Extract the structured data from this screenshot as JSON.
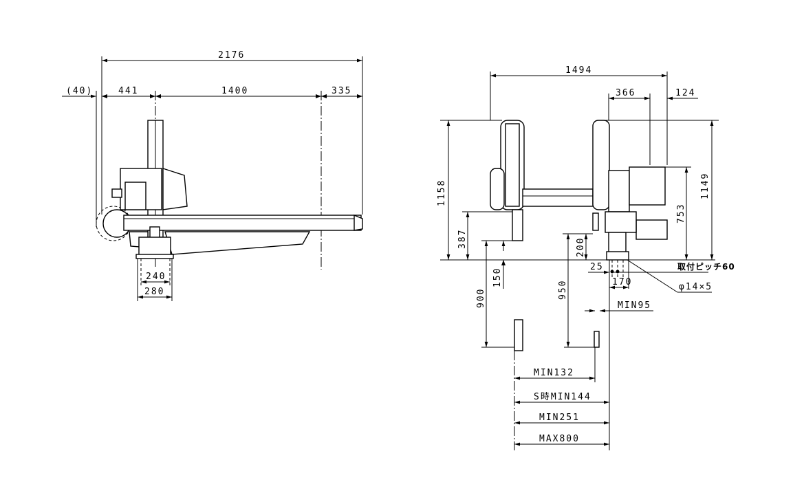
{
  "side_view": {
    "overall_length": "2176",
    "offset_left": "(40)",
    "base_to_column": "441",
    "stroke": "1400",
    "overhang": "335",
    "base_inner": "240",
    "base_outer": "280"
  },
  "front_view": {
    "width": "1494",
    "motor_offset": "366",
    "motor_edge": "124",
    "height_total": "1158",
    "height_right": "1149",
    "motor_height": "753",
    "beam_height": "387",
    "gripper_offset": "200",
    "tool_up": "150",
    "stroke_left": "900",
    "stroke_right": "950",
    "bolt_edge": "25",
    "mount_pitch": "取付ピッチ60",
    "bolt_span": "170",
    "bolt_holes": "φ14×5",
    "min95": "MIN95",
    "min132": "MIN132",
    "min144": "S時MIN144",
    "min251": "MIN251",
    "max800": "MAX800"
  }
}
